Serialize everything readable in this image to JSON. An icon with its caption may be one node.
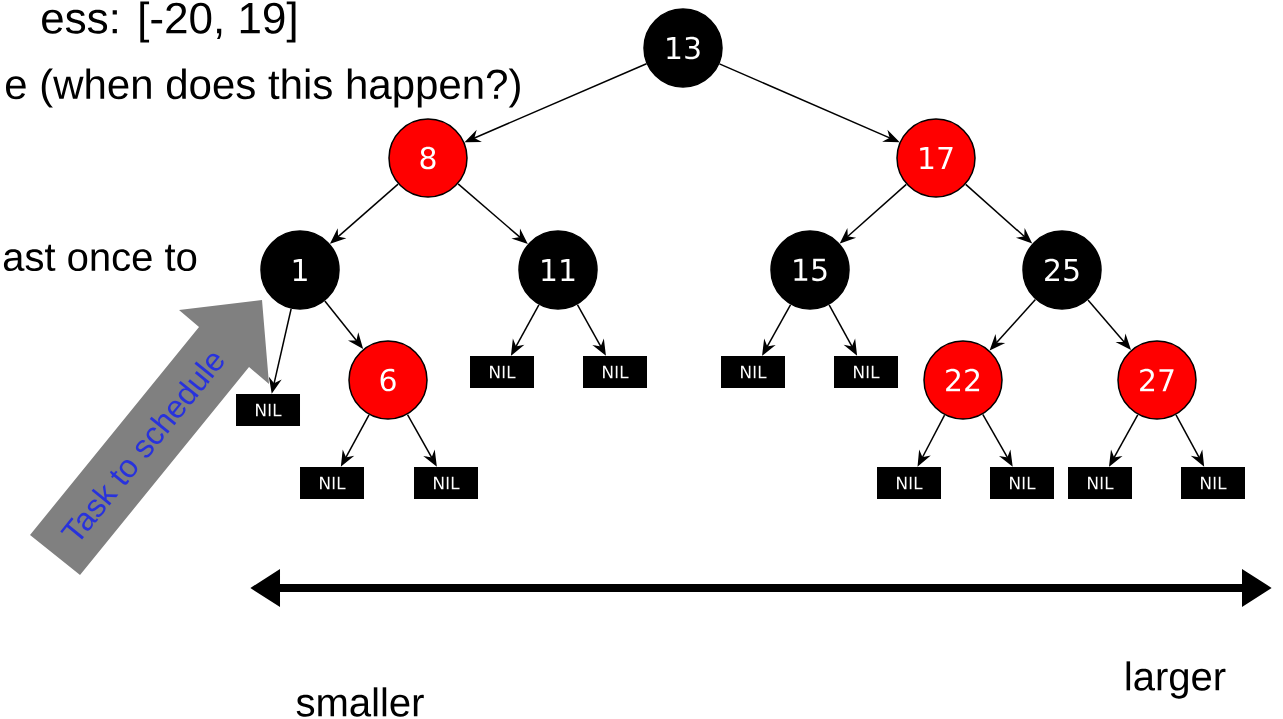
{
  "diagram": {
    "nodes": [
      {
        "text": [
          "13"
        ]
      },
      {
        "text": [
          "8"
        ]
      },
      {
        "text": [
          "17"
        ]
      },
      {
        "text": [
          "1"
        ]
      },
      {
        "text": [
          "11"
        ]
      },
      {
        "text": [
          "15"
        ]
      },
      {
        "text": [
          "25"
        ]
      },
      {
        "text": [
          "NIL"
        ]
      },
      {
        "text": [
          "6"
        ]
      },
      {
        "text": [
          "NIL"
        ]
      },
      {
        "text": [
          "NIL"
        ]
      },
      {
        "text": [
          "NIL"
        ]
      },
      {
        "text": [
          "NIL"
        ]
      },
      {
        "text": [
          "22"
        ]
      },
      {
        "text": [
          "27"
        ]
      },
      {
        "text": [
          "NIL"
        ]
      },
      {
        "text": [
          "NIL"
        ]
      },
      {
        "text": [
          "NIL"
        ]
      },
      {
        "text": [
          "NIL"
        ]
      },
      {
        "text": [
          "NIL"
        ]
      },
      {
        "text": [
          "NIL"
        ]
      },
      {
        "text": [
          "Task to schedule"
        ]
      }
    ],
    "edges": [
      {
        "from": 0,
        "to": 1,
        "arrow": "to"
      },
      {
        "from": 0,
        "to": 2,
        "arrow": "to"
      },
      {
        "from": 1,
        "to": 3,
        "arrow": "to"
      },
      {
        "from": 1,
        "to": 4,
        "arrow": "to"
      },
      {
        "from": 2,
        "to": 5,
        "arrow": "to"
      },
      {
        "from": 2,
        "to": 6,
        "arrow": "to"
      },
      {
        "from": 3,
        "to": 7,
        "arrow": "to"
      },
      {
        "from": 3,
        "to": 8,
        "arrow": "to"
      },
      {
        "from": 4,
        "to": 9,
        "arrow": "to"
      },
      {
        "from": 4,
        "to": 10,
        "arrow": "to"
      },
      {
        "from": 5,
        "to": 11,
        "arrow": "to"
      },
      {
        "from": 5,
        "to": 12,
        "arrow": "to"
      },
      {
        "from": 6,
        "to": 13,
        "arrow": "to"
      },
      {
        "from": 6,
        "to": 14,
        "arrow": "to"
      },
      {
        "from": 8,
        "to": 15,
        "arrow": "to"
      },
      {
        "from": 8,
        "to": 16,
        "arrow": "to"
      },
      {
        "from": 13,
        "to": 17,
        "arrow": "to"
      },
      {
        "from": 13,
        "to": 18,
        "arrow": "to"
      },
      {
        "from": 14,
        "to": 19,
        "arrow": "to"
      },
      {
        "from": 14,
        "to": 20,
        "arrow": "to"
      }
    ],
    "labels": [
      "ess: [-20, 19]",
      "e (when does this happen?)",
      "ast once to",
      "smaller",
      "larger"
    ]
  }
}
